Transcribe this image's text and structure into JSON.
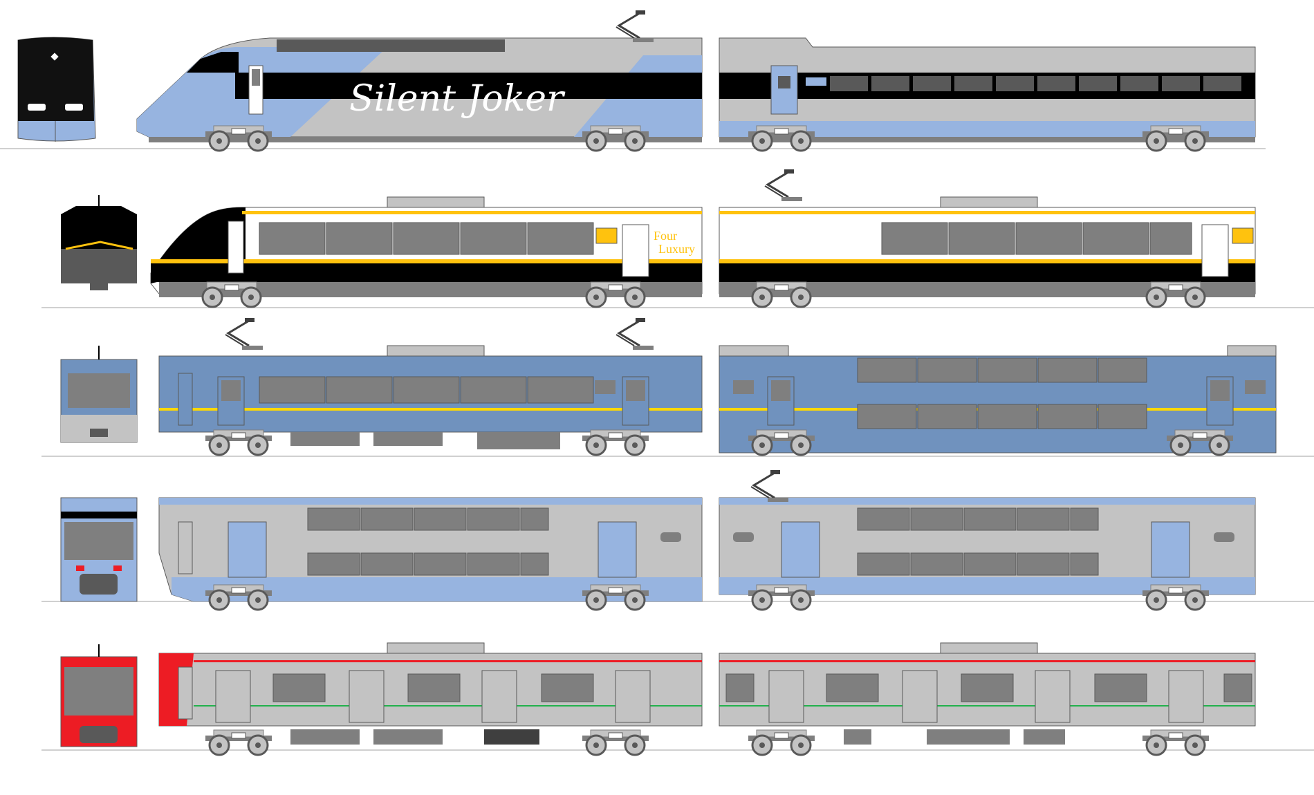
{
  "trains": [
    {
      "id": "silent-joker",
      "livery_text": "Silent Joker",
      "colors": {
        "body": "#97b4e0",
        "roof": "#c0c0c0",
        "band": "#000000",
        "grey": "#c3c3c3"
      }
    },
    {
      "id": "four-luxury",
      "livery_text_line1": "Four",
      "livery_text_line2": "Luxury",
      "colors": {
        "body": "#ffffff",
        "nose": "#000000",
        "stripe": "#ffc20e",
        "window": "#7f7f7f"
      }
    },
    {
      "id": "blue-double-decker",
      "colors": {
        "body": "#7092be",
        "stripe": "#ffd800",
        "window": "#7f7f7f"
      }
    },
    {
      "id": "silver-blue-double-decker",
      "colors": {
        "body": "#c3c3c3",
        "skirt": "#97b4e0",
        "window": "#7f7f7f"
      }
    },
    {
      "id": "red-commuter",
      "colors": {
        "body": "#c3c3c3",
        "accent": "#ed1c24",
        "green_line": "#22b14c",
        "window": "#7f7f7f"
      }
    }
  ]
}
